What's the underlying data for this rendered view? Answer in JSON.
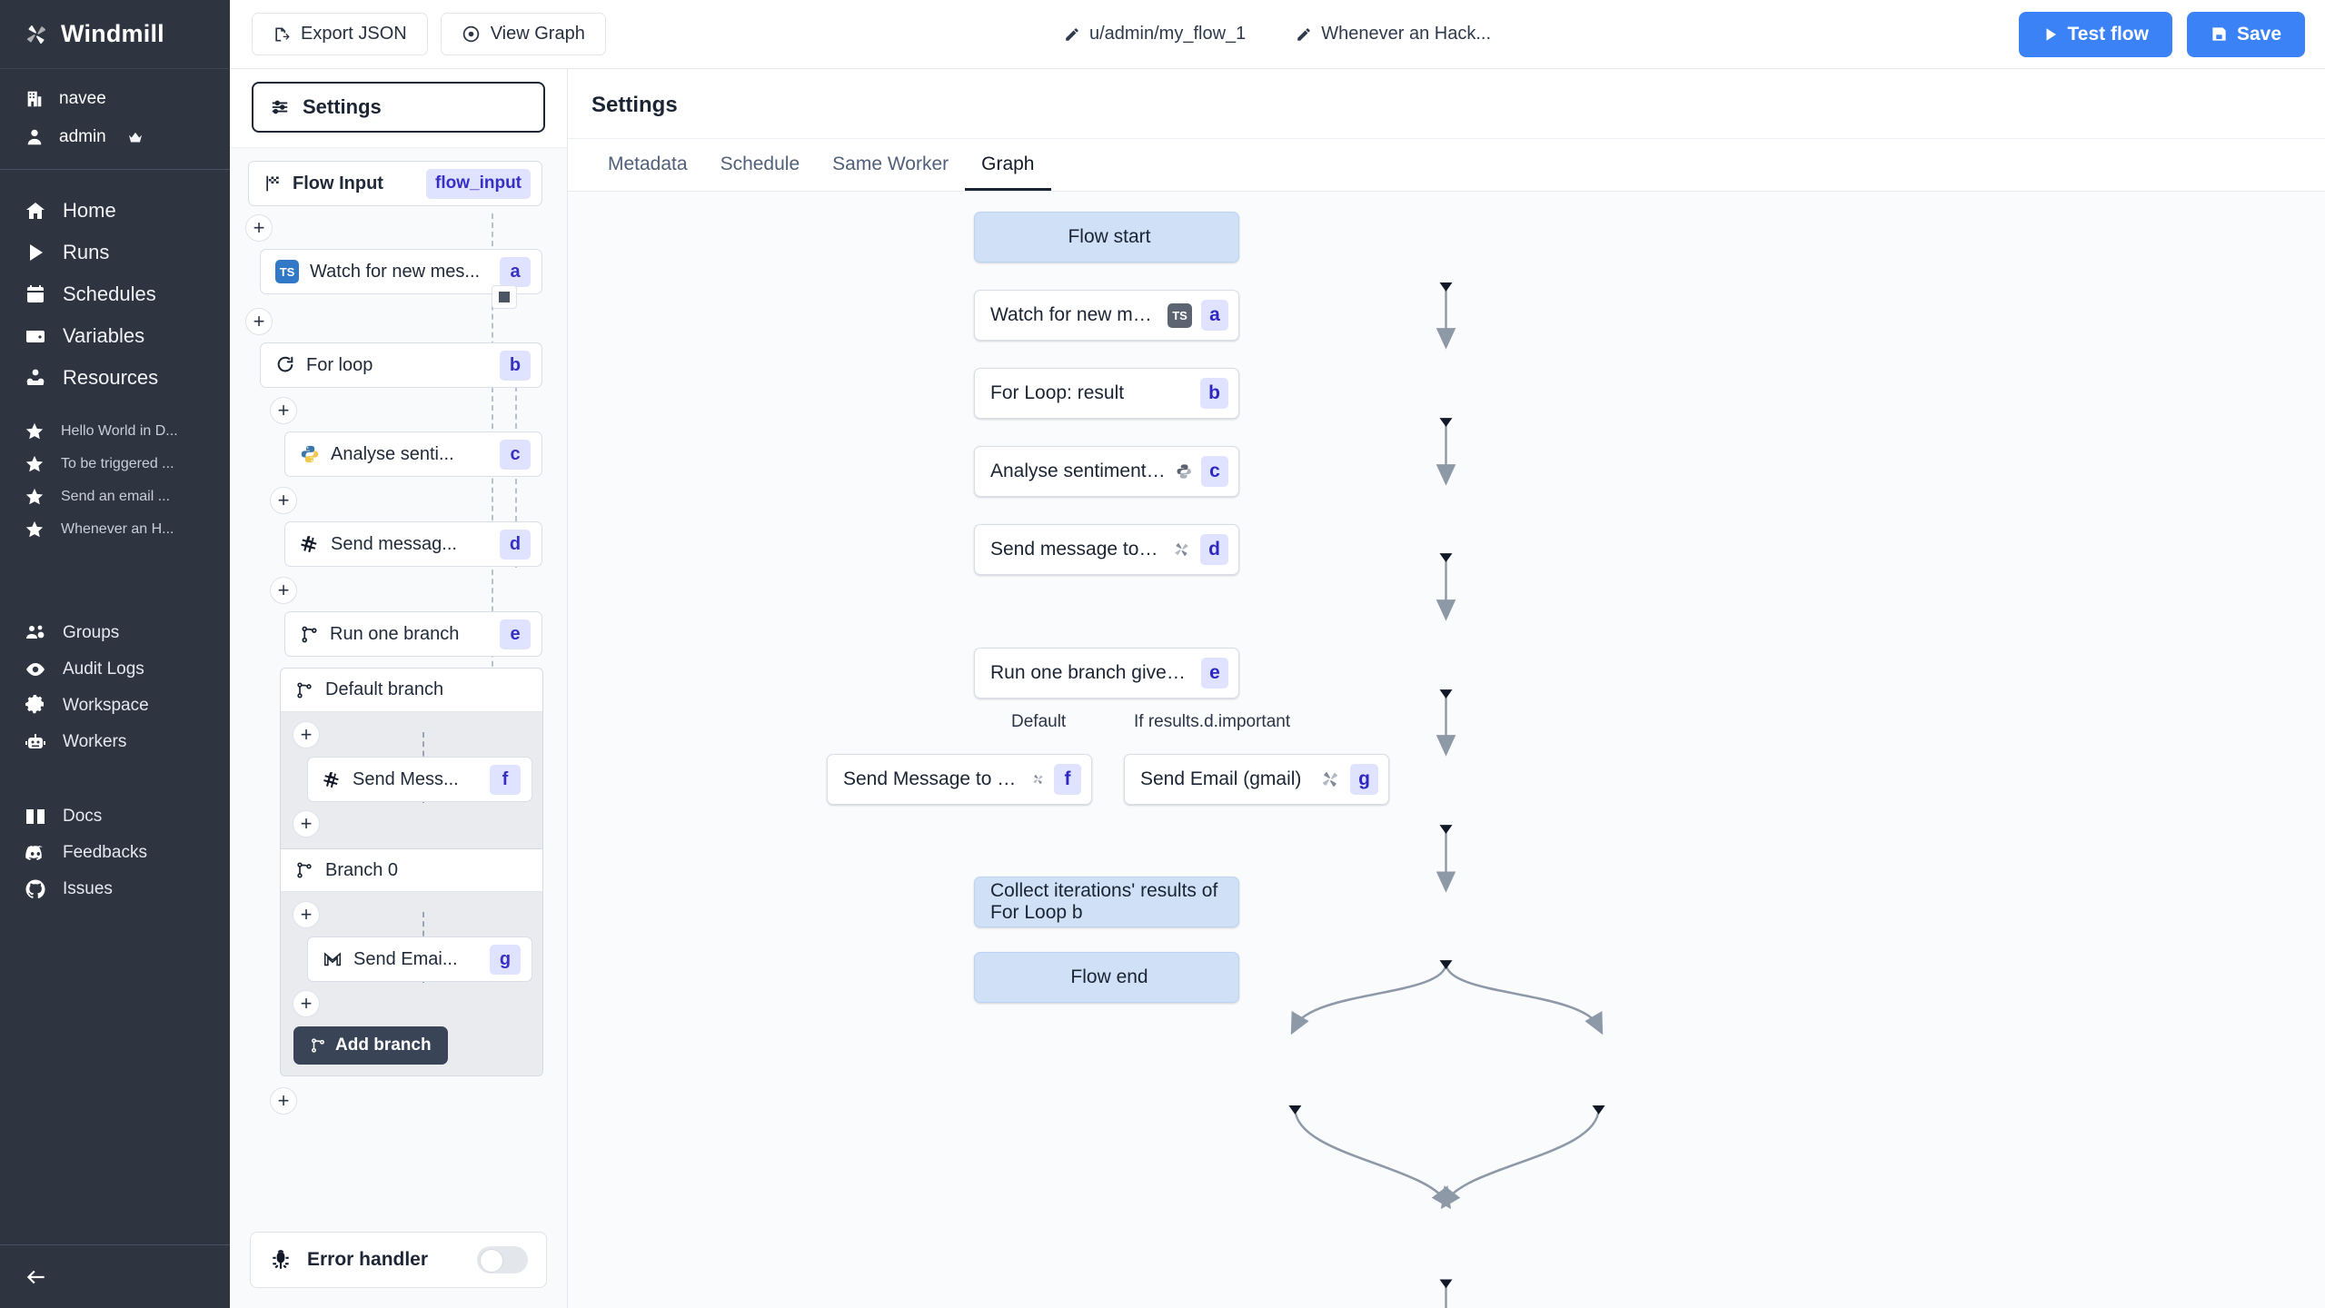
{
  "sidebar": {
    "brand": "Windmill",
    "workspace": "navee",
    "user": "admin",
    "nav": [
      {
        "label": "Home",
        "icon": "home-icon"
      },
      {
        "label": "Runs",
        "icon": "play-icon"
      },
      {
        "label": "Schedules",
        "icon": "calendar-icon"
      },
      {
        "label": "Variables",
        "icon": "wallet-icon"
      },
      {
        "label": "Resources",
        "icon": "blocks-icon"
      }
    ],
    "favorites": [
      {
        "label": "Hello World in D...",
        "icon": "star-icon"
      },
      {
        "label": "To be triggered ...",
        "icon": "star-icon"
      },
      {
        "label": "Send an email ...",
        "icon": "star-icon"
      },
      {
        "label": "Whenever an H...",
        "icon": "star-icon"
      }
    ],
    "admin": [
      {
        "label": "Groups",
        "icon": "groups-icon"
      },
      {
        "label": "Audit Logs",
        "icon": "eye-icon"
      },
      {
        "label": "Workspace",
        "icon": "gear-icon"
      },
      {
        "label": "Workers",
        "icon": "robot-icon"
      }
    ],
    "help": [
      {
        "label": "Docs",
        "icon": "book-icon"
      },
      {
        "label": "Feedbacks",
        "icon": "discord-icon"
      },
      {
        "label": "Issues",
        "icon": "github-icon"
      }
    ]
  },
  "topbar": {
    "export_json": "Export JSON",
    "view_graph": "View Graph",
    "flow_path": "u/admin/my_flow_1",
    "flow_summary": "Whenever an Hack...",
    "test_flow": "Test flow",
    "save": "Save"
  },
  "editor": {
    "settings_label": "Settings",
    "flow_input": {
      "label": "Flow Input",
      "badge": "flow_input",
      "icon": "flag-icon"
    },
    "steps": [
      {
        "label": "Watch for new mes...",
        "badge": "a",
        "icon": "typescript-icon"
      },
      {
        "label": "For loop",
        "badge": "b",
        "icon": "loop-icon"
      },
      {
        "label": "Analyse senti...",
        "badge": "c",
        "icon": "python-icon"
      },
      {
        "label": "Send messag...",
        "badge": "d",
        "icon": "slack-icon"
      },
      {
        "label": "Run one branch",
        "badge": "e",
        "icon": "branch-icon"
      }
    ],
    "branches": [
      {
        "title": "Default branch",
        "step": {
          "label": "Send Mess...",
          "badge": "f",
          "icon": "slack-icon"
        }
      },
      {
        "title": "Branch 0",
        "step": {
          "label": "Send Emai...",
          "badge": "g",
          "icon": "gmail-icon"
        }
      }
    ],
    "add_branch": "Add branch",
    "error_handler": "Error handler"
  },
  "settings": {
    "title": "Settings",
    "tabs": [
      {
        "label": "Metadata",
        "active": false
      },
      {
        "label": "Schedule",
        "active": false
      },
      {
        "label": "Same Worker",
        "active": false
      },
      {
        "label": "Graph",
        "active": true
      }
    ]
  },
  "graph": {
    "nodes": [
      {
        "id": "start",
        "label": "Flow start",
        "accent": true,
        "badge": "",
        "icon": ""
      },
      {
        "id": "a",
        "label": "Watch for new message with mentio...",
        "accent": false,
        "badge": "a",
        "icon": "typescript-icon"
      },
      {
        "id": "b",
        "label": "For Loop: result",
        "accent": false,
        "badge": "b",
        "icon": ""
      },
      {
        "id": "c",
        "label": "Analyse sentiment with nltk",
        "accent": false,
        "badge": "c",
        "icon": "python-icon"
      },
      {
        "id": "d",
        "label": "Send message to slack",
        "accent": false,
        "badge": "d",
        "icon": "windmill-icon"
      },
      {
        "id": "e",
        "label": "Run one branch given predicate",
        "accent": false,
        "badge": "e",
        "icon": ""
      },
      {
        "id": "f",
        "label": "Send Message to Channel (slack)",
        "accent": false,
        "badge": "f",
        "icon": "windmill-icon"
      },
      {
        "id": "g",
        "label": "Send Email (gmail)",
        "accent": false,
        "badge": "g",
        "icon": "windmill-icon"
      },
      {
        "id": "collect",
        "label": "Collect iterations' results of For Loop b",
        "accent": true,
        "badge": "",
        "icon": ""
      },
      {
        "id": "end",
        "label": "Flow end",
        "accent": true,
        "badge": "",
        "icon": ""
      }
    ],
    "edge_labels": [
      {
        "text": "Default"
      },
      {
        "text": "If results.d.important"
      }
    ]
  },
  "colors": {
    "sidebar_bg": "#2e3440",
    "primary": "#3b82f6",
    "badge_bg": "#e0e3ff",
    "badge_fg": "#3730c4",
    "accent_node": "#cfe0f7"
  }
}
